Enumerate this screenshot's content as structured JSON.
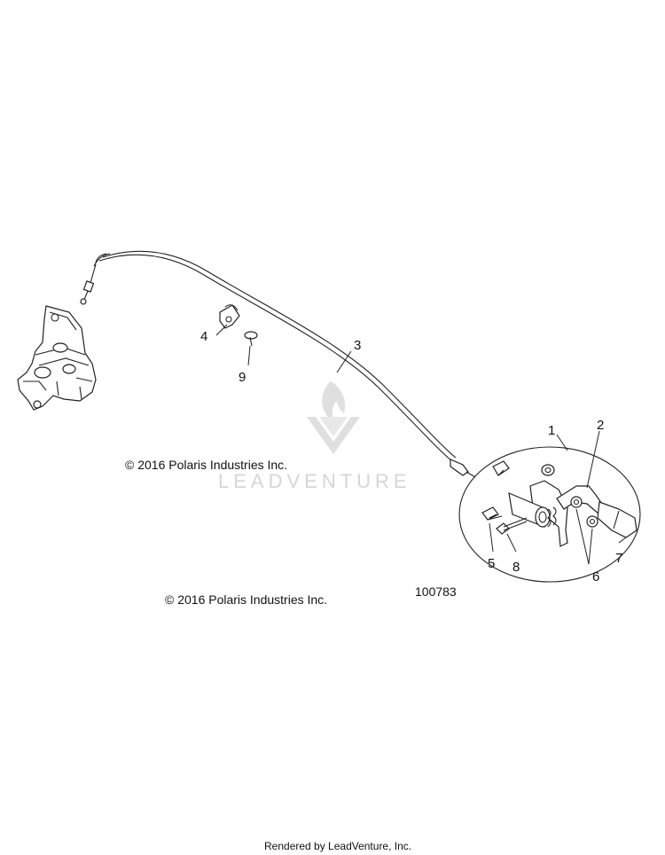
{
  "callouts": {
    "c1": "1",
    "c2": "2",
    "c3": "3",
    "c4": "4",
    "c5": "5",
    "c6": "6",
    "c7": "7",
    "c8": "8",
    "c9": "9"
  },
  "copyright_upper": "© 2016 Polaris Industries Inc.",
  "copyright_lower": "© 2016 Polaris Industries Inc.",
  "figure_number": "100783",
  "watermark": "LEADVENTURE",
  "footer": "Rendered by LeadVenture, Inc.",
  "colors": {
    "ink": "#222222",
    "watermark": "#d6d6d6",
    "background": "#ffffff"
  }
}
